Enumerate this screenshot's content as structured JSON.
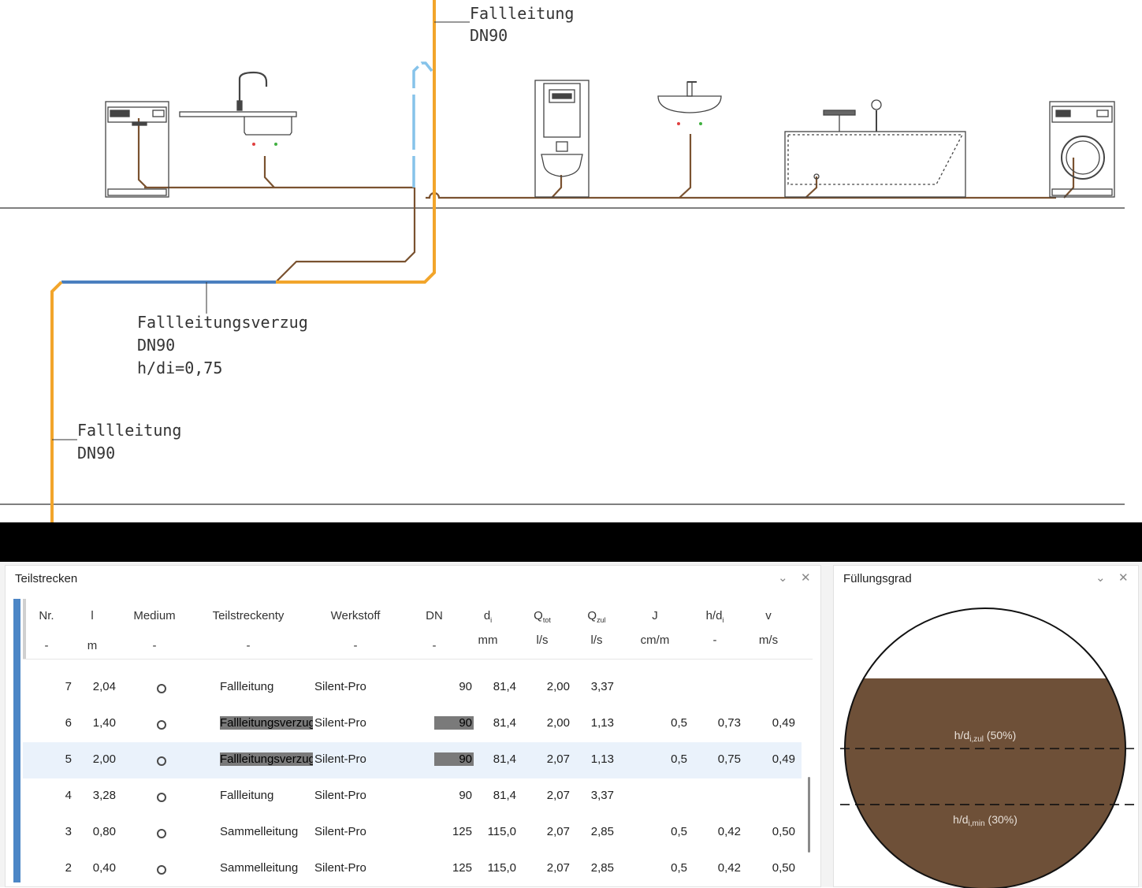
{
  "drawing": {
    "labels": {
      "fallleitung_top": [
        "Fallleitung",
        "DN90"
      ],
      "verzug": [
        "Fallleitungsverzug",
        "DN90",
        "h/di=0,75"
      ],
      "fallleitung_bottom": [
        "Fallleitung",
        "DN90"
      ]
    },
    "fixtures": [
      "dishwasher-icon",
      "sink-icon",
      "toilet-icon",
      "washbasin-icon",
      "bathtub-icon",
      "washing-machine-icon"
    ],
    "colors": {
      "fall_pipe": "#f2a52b",
      "verzug_pipe": "#4a7fbf",
      "vent_pipe": "#86c3ea",
      "connection_pipe": "#7a5230"
    }
  },
  "teilstrecken": {
    "title": "Teilstrecken",
    "controls": {
      "collapse": "⌄",
      "close": "✕"
    },
    "columns": [
      {
        "label": "Nr.",
        "unit": "-"
      },
      {
        "label": "l",
        "unit": "m"
      },
      {
        "label": "Medium",
        "unit": "-"
      },
      {
        "label": "Teilstreckenty",
        "unit": "-"
      },
      {
        "label": "Werkstoff",
        "unit": "-"
      },
      {
        "label": "DN",
        "unit": "-"
      },
      {
        "label": "d",
        "sub": "i",
        "unit": "mm"
      },
      {
        "label": "Q",
        "sub": "tot",
        "unit": "l/s"
      },
      {
        "label": "Q",
        "sub": "zul",
        "unit": "l/s"
      },
      {
        "label": "J",
        "unit": "cm/m"
      },
      {
        "label": "h/d",
        "sub": "i",
        "unit": "-"
      },
      {
        "label": "v",
        "unit": "m/s"
      }
    ],
    "rows": [
      {
        "nr": "7",
        "l": "2,04",
        "typ": "Fallleitung",
        "werkstoff": "Silent-Pro",
        "dn": "90",
        "di": "81,4",
        "qtot": "2,00",
        "qzul": "3,37",
        "j": "",
        "hd": "",
        "v": "",
        "highlight": false,
        "selected": false
      },
      {
        "nr": "6",
        "l": "1,40",
        "typ": "Fallleitungsverzug",
        "werkstoff": "Silent-Pro",
        "dn": "90",
        "di": "81,4",
        "qtot": "2,00",
        "qzul": "1,13",
        "j": "0,5",
        "hd": "0,73",
        "v": "0,49",
        "highlight": true,
        "selected": false
      },
      {
        "nr": "5",
        "l": "2,00",
        "typ": "Fallleitungsverzug",
        "werkstoff": "Silent-Pro",
        "dn": "90",
        "di": "81,4",
        "qtot": "2,07",
        "qzul": "1,13",
        "j": "0,5",
        "hd": "0,75",
        "v": "0,49",
        "highlight": true,
        "selected": true
      },
      {
        "nr": "4",
        "l": "3,28",
        "typ": "Fallleitung",
        "werkstoff": "Silent-Pro",
        "dn": "90",
        "di": "81,4",
        "qtot": "2,07",
        "qzul": "3,37",
        "j": "",
        "hd": "",
        "v": "",
        "highlight": false,
        "selected": false
      },
      {
        "nr": "3",
        "l": "0,80",
        "typ": "Sammelleitung",
        "werkstoff": "Silent-Pro",
        "dn": "125",
        "di": "115,0",
        "qtot": "2,07",
        "qzul": "2,85",
        "j": "0,5",
        "hd": "0,42",
        "v": "0,50",
        "highlight": false,
        "selected": false
      },
      {
        "nr": "2",
        "l": "0,40",
        "typ": "Sammelleitung",
        "werkstoff": "Silent-Pro",
        "dn": "125",
        "di": "115,0",
        "qtot": "2,07",
        "qzul": "2,85",
        "j": "0,5",
        "hd": "0,42",
        "v": "0,50",
        "highlight": false,
        "selected": false
      }
    ],
    "accent_color": "#4c86c6"
  },
  "fuellungsgrad": {
    "title": "Füllungsgrad",
    "controls": {
      "collapse": "⌄",
      "close": "✕"
    },
    "fill_level": 0.75,
    "zul_level": 0.5,
    "min_level": 0.3,
    "zul_label": {
      "prefix": "h/d",
      "sub": "i,zul",
      "suffix": " (50%)"
    },
    "min_label": {
      "prefix": "h/d",
      "sub": "i,min",
      "suffix": " (30%)"
    },
    "fill_color": "#6e5038"
  }
}
